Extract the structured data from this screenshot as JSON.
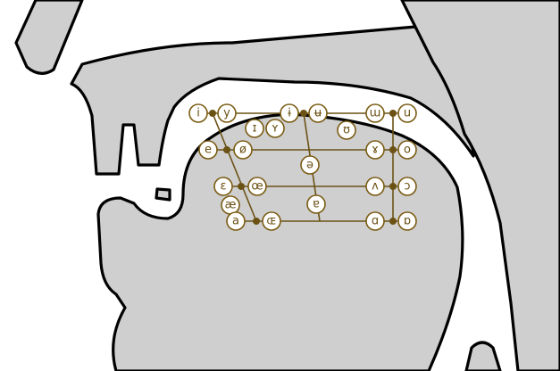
{
  "colors": {
    "background": "#ffffff",
    "tissue": "#d0cfd0",
    "outline": "#000000",
    "accent": "#6b5214"
  },
  "vowels": {
    "i": "i",
    "y": "y",
    "barred_i": "ɨ",
    "barred_u": "ʉ",
    "turned_m": "ɯ",
    "u": "u",
    "small_cap_i": "ɪ",
    "small_cap_y": "ʏ",
    "horseshoe_u": "ʊ",
    "e": "e",
    "slashed_o": "ø",
    "gamma": "ɤ",
    "o": "o",
    "schwa": "ə",
    "epsilon": "ɛ",
    "oe_ligature": "œ",
    "turned_v": "ʌ",
    "open_o": "ɔ",
    "turned_a": "ɐ",
    "ash": "æ",
    "a": "a",
    "small_cap_oe": "ɶ",
    "script_a": "ɑ",
    "turned_script_a": "ɒ"
  }
}
